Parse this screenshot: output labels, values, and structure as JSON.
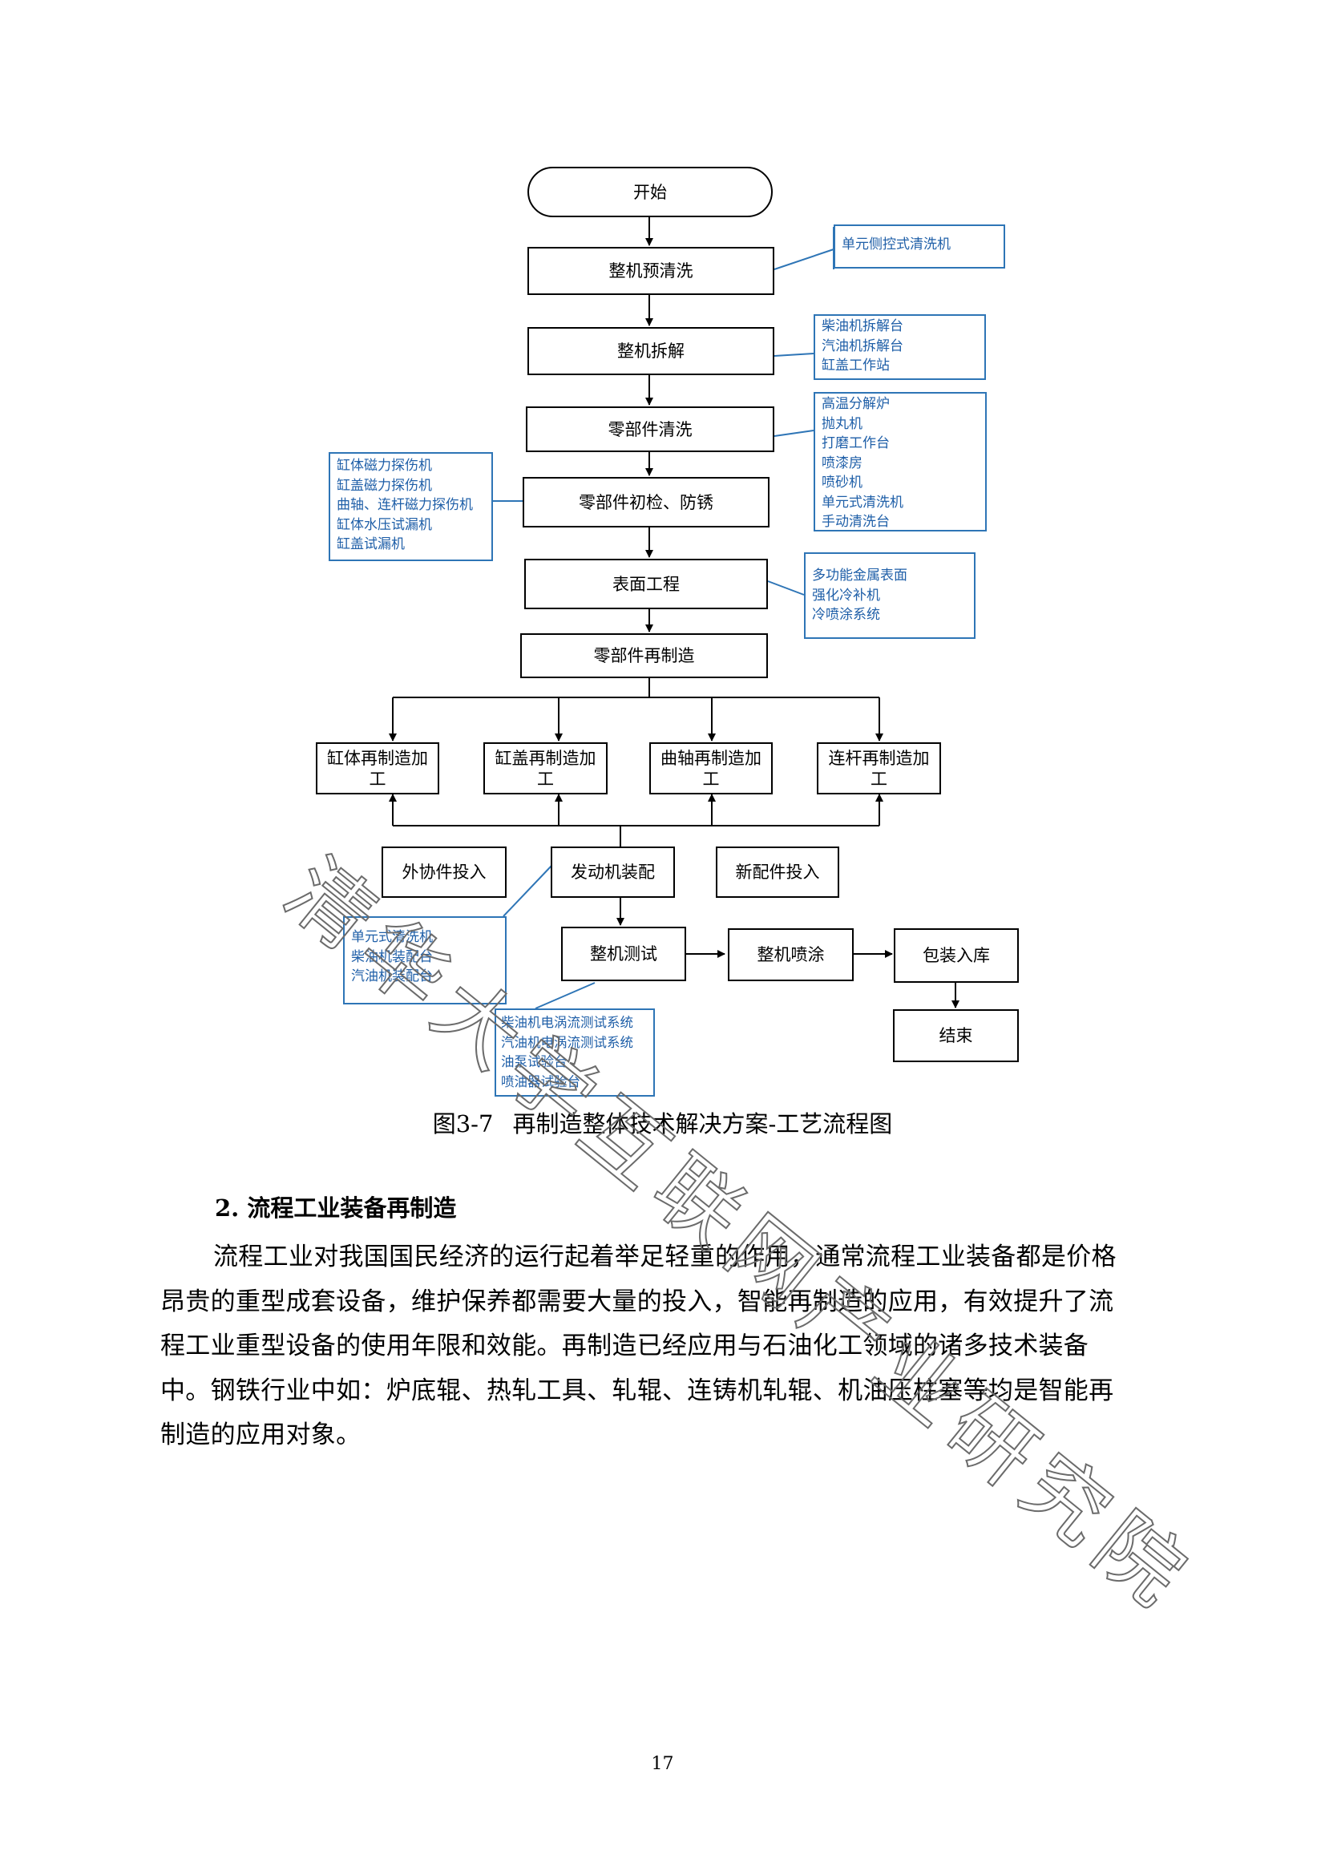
{
  "flowchart": {
    "start": "开始",
    "pre_clean": "整机预清洗",
    "disassembly": "整机拆解",
    "parts_clean": "零部件清洗",
    "inspect": "零部件初检、防锈",
    "surface": "表面工程",
    "remanufacture": "零部件再制造",
    "cylinder_block": "缸体再制造加工",
    "cylinder_head": "缸盖再制造加工",
    "crankshaft": "曲轴再制造加工",
    "conrod": "连杆再制造加工",
    "outsourced": "外协件投入",
    "engine_assembly": "发动机装配",
    "new_parts": "新配件投入",
    "engine_test": "整机测试",
    "spray": "整机喷涂",
    "pack": "包装入库",
    "end": "结束"
  },
  "notes": {
    "pre_clean": [
      "单元侧控式清洗机"
    ],
    "disassembly": [
      "柴油机拆解台",
      "汽油机拆解台",
      "缸盖工作站"
    ],
    "parts_clean": [
      "高温分解炉",
      "抛丸机",
      "打磨工作台",
      "喷漆房",
      "喷砂机",
      "单元式清洗机",
      "手动清洗台"
    ],
    "inspect": [
      "缸体磁力探伤机",
      "缸盖磁力探伤机",
      "曲轴、连杆磁力探伤机",
      "缸体水压试漏机",
      "缸盖试漏机"
    ],
    "surface": [
      "多功能金属表面",
      "强化冷补机",
      "冷喷涂系统"
    ],
    "assembly": [
      "单元式清洗机",
      "柴油机装配台",
      "汽油机装配台"
    ],
    "test": [
      "柴油机电涡流测试系统",
      "汽油机电涡流测试系统",
      "油泵试验台",
      "喷油器试验台"
    ]
  },
  "caption": {
    "number": "图3-7",
    "title": "再制造整体技术解决方案-工艺流程图"
  },
  "section": {
    "heading": "2. 流程工业装备再制造",
    "lines": [
      "流程工业对我国国民经济的运行起着举足轻重的作用，通常流程工业装备都是价格",
      "昂贵的重型成套设备，维护保养都需要大量的投入，智能再制造的应用，有效提升了流",
      "程工业重型设备的使用年限和效能。再制造已经应用与石油化工领域的诸多技术装备",
      "中。钢铁行业中如：炉底辊、热轧工具、轧辊、连铸机轧辊、机油压柱塞等均是智能再",
      "制造的应用对象。"
    ]
  },
  "page_number": "17",
  "watermark": "清华大学互联网产业研究院",
  "colors": {
    "note_border": "#2e75b6",
    "note_text": "#1f5fa8",
    "watermark": "#6b6b6b"
  }
}
